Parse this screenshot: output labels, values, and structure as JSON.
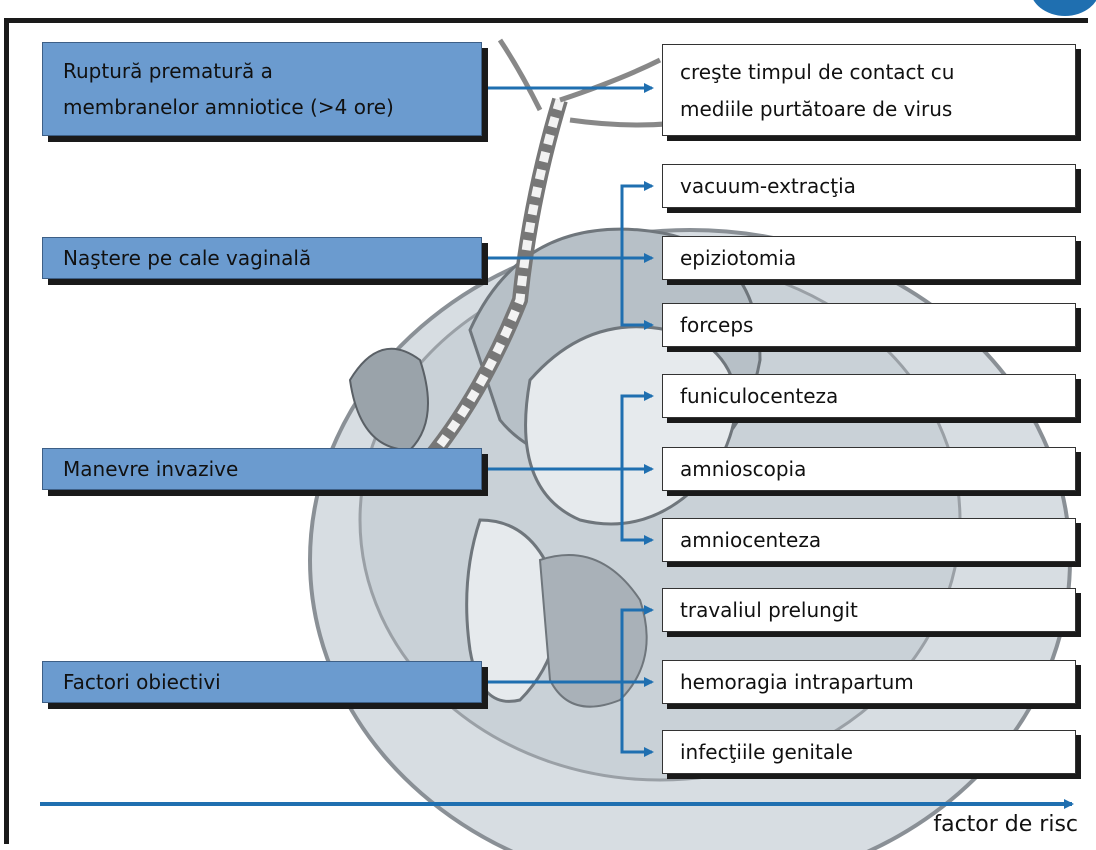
{
  "causes": [
    {
      "lines": [
        "Ruptură prematură a",
        "membranelor amniotice (>4 ore)"
      ]
    },
    {
      "lines": [
        "Naştere pe cale vaginală"
      ]
    },
    {
      "lines": [
        "Manevre invazive"
      ]
    },
    {
      "lines": [
        "Factori obiectivi"
      ]
    }
  ],
  "effects": [
    {
      "lines": [
        "creşte timpul de contact cu",
        "mediile purtătoare de virus"
      ]
    },
    {
      "lines": [
        "vacuum-extracţia"
      ]
    },
    {
      "lines": [
        "epiziotomia"
      ]
    },
    {
      "lines": [
        "forceps"
      ]
    },
    {
      "lines": [
        "funiculocenteza"
      ]
    },
    {
      "lines": [
        "amnioscopia"
      ]
    },
    {
      "lines": [
        "amniocenteza"
      ]
    },
    {
      "lines": [
        "travaliul prelungit"
      ]
    },
    {
      "lines": [
        "hemoragia intrapartum"
      ]
    },
    {
      "lines": [
        "infecţiile genitale"
      ]
    }
  ],
  "axis": {
    "label": "factor de risc"
  },
  "colors": {
    "cause_fill": "#6b9bcf",
    "arrow": "#1f6fb0",
    "frame": "#1a1a1a",
    "illustration": "#d9dfe3"
  },
  "icons": {
    "background": "fetus-in-womb-illustration"
  }
}
